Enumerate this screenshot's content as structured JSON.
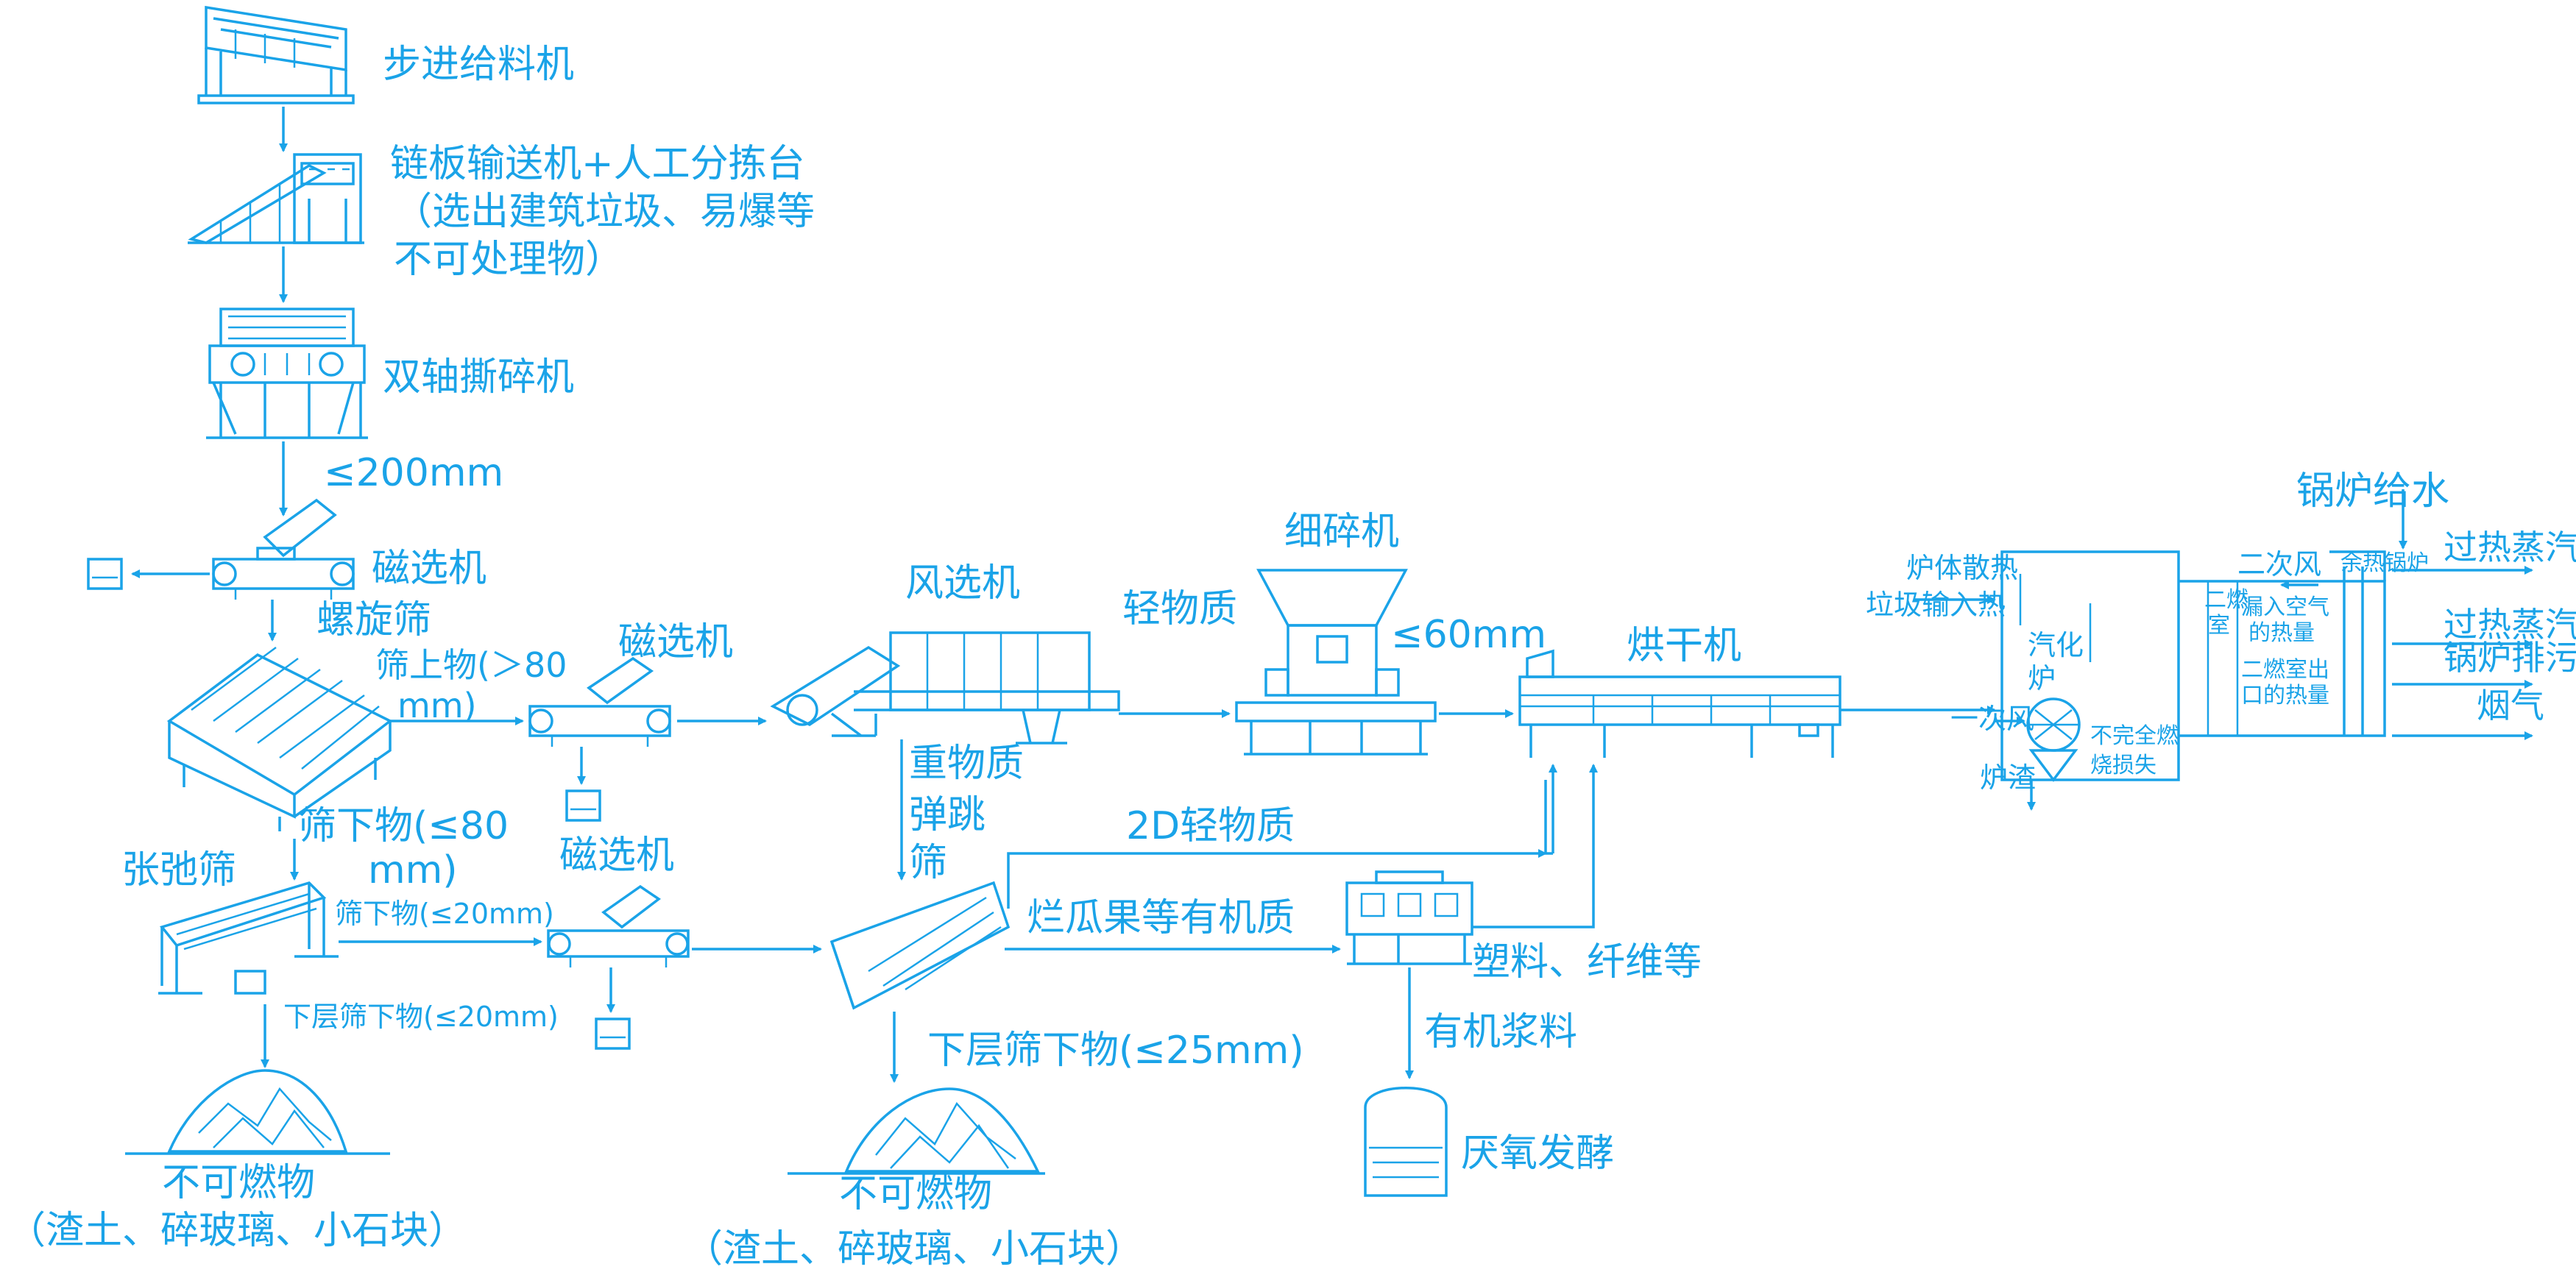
{
  "colors": {
    "line": "#1aa3e8",
    "background": "#ffffff"
  },
  "labels": {
    "step_feeder": "步进给料机",
    "chain_conveyor": "链板输送机+人工分拣台",
    "chain_note_1": "（选出建筑垃圾、易爆等",
    "chain_note_2": "不可处理物）",
    "twin_shredder": "双轴撕碎机",
    "size_200": "≤200mm",
    "magnet_1": "磁选机",
    "spiral_screen": "螺旋筛",
    "oversize_80_a": "筛上物(＞80",
    "oversize_80_b": "mm)",
    "magnet_2": "磁选机",
    "undersize_80_a": "筛下物(≤80",
    "undersize_80_b": "mm)",
    "tension_screen": "张弛筛",
    "undersize_20": "筛下物(≤20mm)",
    "lower_undersize_20": "下层筛下物(≤20mm)",
    "magnet_3": "磁选机",
    "noncombust_1": "不可燃物",
    "noncombust_1_note": "（渣土、碎玻璃、小石块）",
    "air_separator": "风选机",
    "heavy": "重物质",
    "bounce_screen_a": "弹跳",
    "bounce_screen_b": "筛",
    "light_2d": "2D轻物质",
    "organic": "烂瓜果等有机质",
    "plastic_fiber": "塑料、纤维等",
    "organic_slurry": "有机浆料",
    "anaerobic": "厌氧发酵",
    "lower_undersize_25": "下层筛下物(≤25mm)",
    "noncombust_2": "不可燃物",
    "noncombust_2_note": "（渣土、碎玻璃、小石块）",
    "light": "轻物质",
    "fine_shredder": "细碎机",
    "size_60": "≤60mm",
    "dryer": "烘干机",
    "boiler_feedwater": "锅炉给水",
    "furnace_heat_loss": "炉体散热",
    "waste_heat_input": "垃圾输入热",
    "gasifier_a": "汽化",
    "gasifier_b": "炉",
    "primary_air": "一次风",
    "secondary_air": "二次风",
    "secondary_chamber_a": "二燃",
    "secondary_chamber_b": "室",
    "leak_air_a": "漏入空气",
    "leak_air_b": "的热量",
    "outlet_heat_a": "二燃室出",
    "outlet_heat_b": "口的热量",
    "incomplete_a": "不完全燃",
    "incomplete_b": "烧损失",
    "slag": "炉渣",
    "waste_heat_boiler": "余热锅炉",
    "superheated_steam_1": "过热蒸汽",
    "superheated_steam_2": "过热蒸汽",
    "boiler_blowdown": "锅炉排污",
    "flue_gas": "烟气"
  }
}
